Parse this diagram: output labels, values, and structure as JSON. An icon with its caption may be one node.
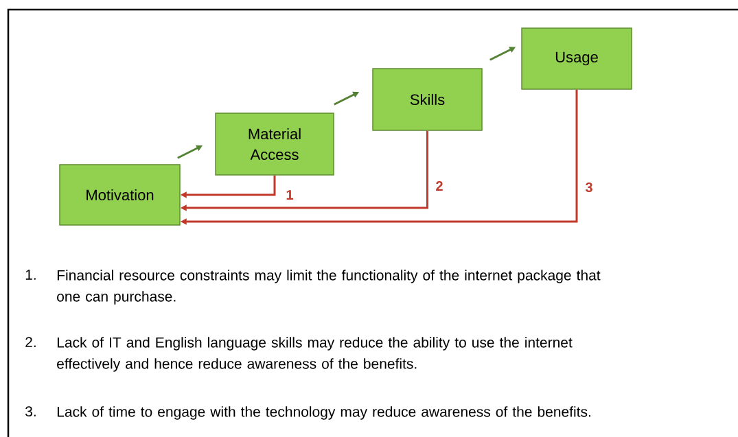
{
  "diagram": {
    "nodes": [
      {
        "text": [
          "Motivation"
        ]
      },
      {
        "text": [
          "Material Access"
        ]
      },
      {
        "text": [
          "Skills"
        ]
      },
      {
        "text": [
          "Usage"
        ]
      }
    ],
    "edges": [
      {
        "from": 0,
        "to": 1,
        "arrow": "to"
      },
      {
        "from": 1,
        "to": 2,
        "arrow": "to"
      },
      {
        "from": 2,
        "to": 3,
        "arrow": "to"
      },
      {
        "from": 1,
        "to": 0,
        "arrow": "to",
        "label": "1",
        "color": "#c0392b"
      },
      {
        "from": 2,
        "to": 0,
        "arrow": "to",
        "label": "2",
        "color": "#c0392b"
      },
      {
        "from": 3,
        "to": 0,
        "arrow": "to",
        "label": "3",
        "color": "#c0392b"
      }
    ],
    "labels": [
      "1.",
      "Financial resource constraints may limit the functionality of the internet package that one can purchase.",
      "2.",
      "Lack of IT and English language skills may reduce the ability to use the internet effectively and hence reduce awareness of the benefits.",
      "3.",
      "Lack of time to engage with the technology may reduce awareness of the benefits."
    ]
  }
}
